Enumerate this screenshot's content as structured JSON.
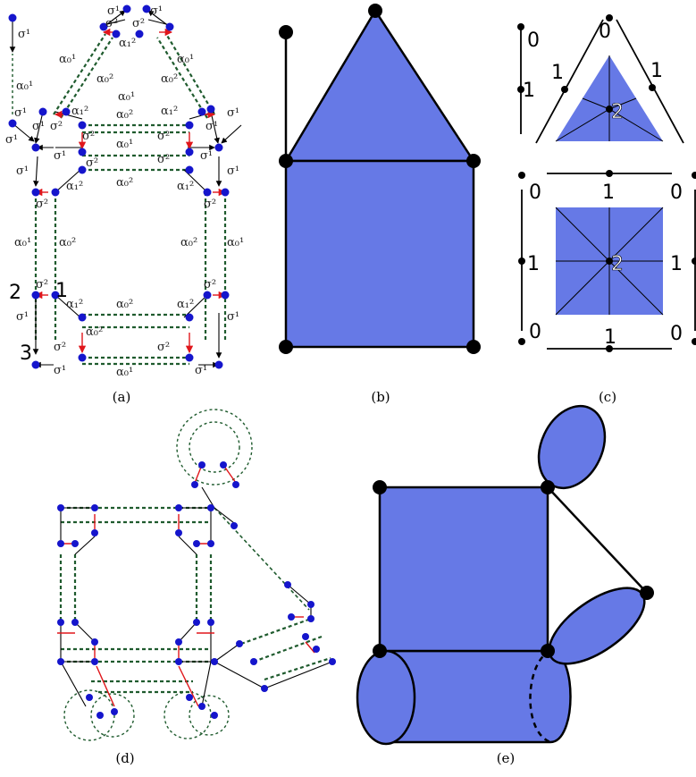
{
  "captions": [
    "(a)",
    "(b)",
    "(c)",
    "(d)",
    "(e)"
  ],
  "panel_a": {
    "involutions": {
      "sigma1": "σ¹",
      "sigma2": "σ²",
      "alpha0_1": "α₀¹",
      "alpha0_2": "α₀²",
      "alpha1_2": "α₁²"
    },
    "dart_labels": [
      "1",
      "2",
      "3"
    ]
  },
  "panel_c": {
    "dimension_labels": {
      "d0": "0",
      "d1": "1",
      "d2": "2"
    }
  },
  "colors": {
    "face_fill": "#6679e6",
    "dart": "#1515cc",
    "link_dashed": "#1f5b2e",
    "sigma2_link": "#e0161b"
  }
}
